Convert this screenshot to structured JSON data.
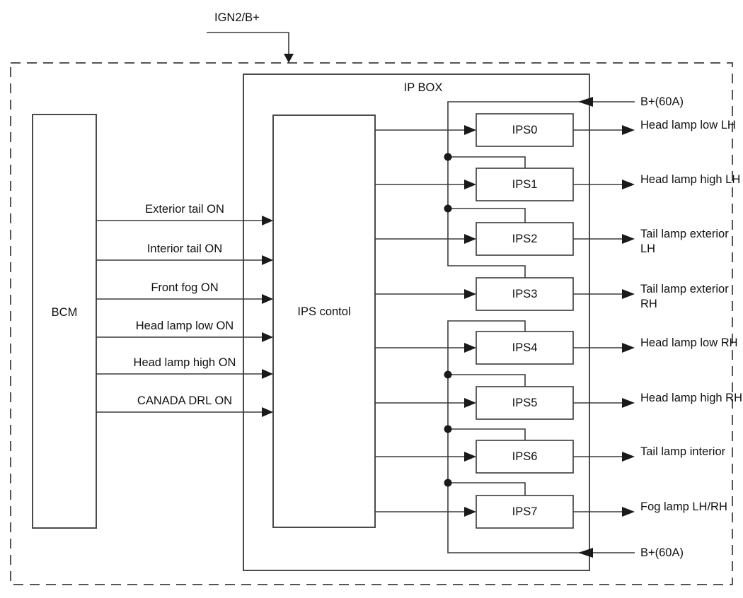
{
  "diagram": {
    "type": "block-wiring-schematic",
    "external_input_label": "IGN2/B+",
    "ip_box": {
      "label": "IP BOX"
    },
    "bcm": {
      "label": "BCM"
    },
    "ips_control": {
      "label_line1": "IPS",
      "label_line2": "contol"
    },
    "bcm_signals": [
      {
        "label": "Exterior tail ON"
      },
      {
        "label": "Interior tail ON"
      },
      {
        "label": "Front fog ON"
      },
      {
        "label": "Head lamp low ON"
      },
      {
        "label": "Head lamp high ON"
      },
      {
        "label": "CANADA DRL ON"
      }
    ],
    "ips_units": [
      {
        "name": "IPS0",
        "output_line1": "Head lamp",
        "output_line2": "low LH"
      },
      {
        "name": "IPS1",
        "output_line1": "Head lamp",
        "output_line2": "high LH"
      },
      {
        "name": "IPS2",
        "output_line1": "Tail lamp",
        "output_line2": "exterior LH"
      },
      {
        "name": "IPS3",
        "output_line1": "Tail lamp",
        "output_line2": "exterior RH"
      },
      {
        "name": "IPS4",
        "output_line1": "Head lamp",
        "output_line2": "low RH"
      },
      {
        "name": "IPS5",
        "output_line1": "Head lamp",
        "output_line2": "high RH"
      },
      {
        "name": "IPS6",
        "output_line1": "Tail lamp",
        "output_line2": "interior"
      },
      {
        "name": "IPS7",
        "output_line1": "Fog lamp",
        "output_line2": "LH/RH"
      }
    ],
    "power_inputs": {
      "top": "B+(60A)",
      "bottom": "B+(60A)"
    },
    "colors": {
      "line": "#333333",
      "text": "#111111",
      "background": "#ffffff"
    }
  }
}
